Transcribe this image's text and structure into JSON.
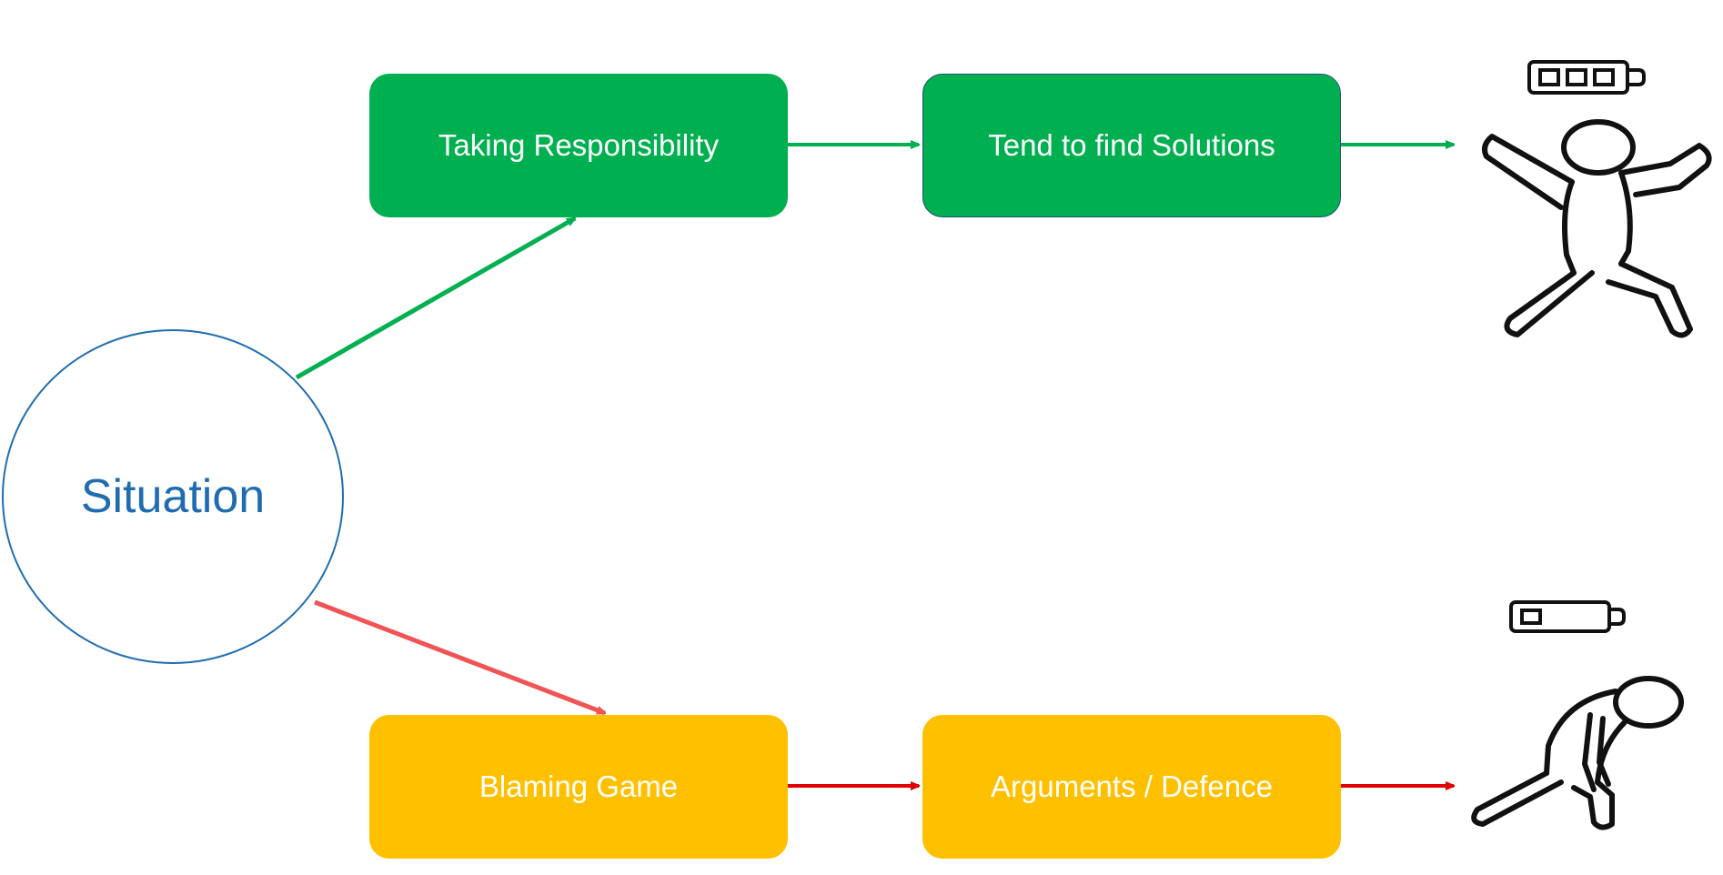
{
  "situation": {
    "label": "Situation"
  },
  "positive_path": {
    "step1": "Taking Responsibility",
    "step2": "Tend to find Solutions",
    "outcome_icon": "energetic-person-icon",
    "battery_icon": "full-battery-icon"
  },
  "negative_path": {
    "step1": "Blaming Game",
    "step2": "Arguments / Defence",
    "outcome_icon": "exhausted-person-icon",
    "battery_icon": "low-battery-icon"
  },
  "colors": {
    "positive_box": "#00B050",
    "negative_box": "#FFC000",
    "positive_arrow": "#00B050",
    "negative_arrow_diagonal": "#F05454",
    "negative_arrow": "#E00000",
    "situation_circle": "#1F6DB0"
  }
}
